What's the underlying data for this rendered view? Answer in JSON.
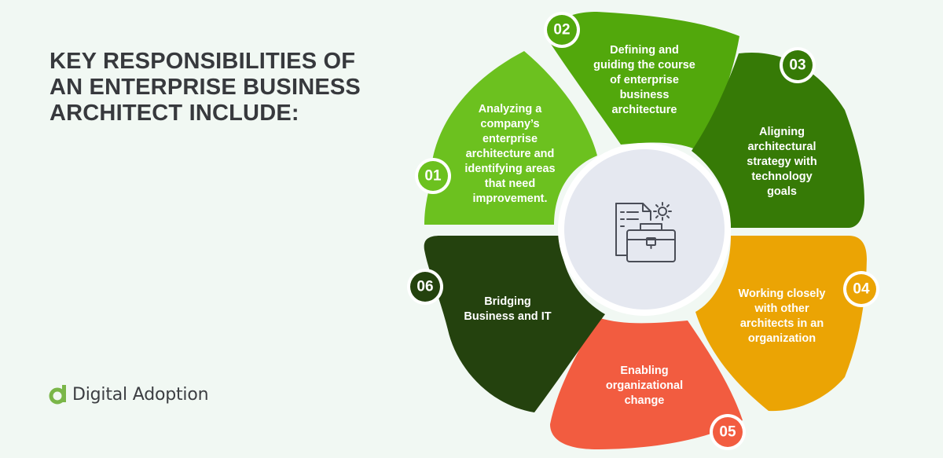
{
  "title": {
    "lines": [
      "KEY RESPONSIBILITIES OF",
      "AN ENTERPRISE BUSINESS",
      "ARCHITECT INCLUDE:"
    ]
  },
  "logo": {
    "text": "Digital Adoption",
    "color": "#7ab648"
  },
  "center": {
    "icon": "briefcase-document-gear-icon"
  },
  "items": [
    {
      "number": "01",
      "lines": [
        "Analyzing a",
        "company’s",
        "enterprise",
        "architecture and",
        "identifying areas",
        "that need",
        "improvement."
      ],
      "color": "#6cc11f"
    },
    {
      "number": "02",
      "lines": [
        "Defining and",
        "guiding the course",
        "of enterprise",
        "business",
        "architecture"
      ],
      "color": "#52a80c"
    },
    {
      "number": "03",
      "lines": [
        "Aligning",
        "architectural",
        "strategy with",
        "technology",
        "goals"
      ],
      "color": "#367a06"
    },
    {
      "number": "04",
      "lines": [
        "Working closely",
        "with other",
        "architects in an",
        "organization"
      ],
      "color": "#eba404"
    },
    {
      "number": "05",
      "lines": [
        "Enabling",
        "organizational",
        "change"
      ],
      "color": "#f25c40"
    },
    {
      "number": "06",
      "lines": [
        "Bridging",
        "Business and IT"
      ],
      "color": "#24420e"
    }
  ]
}
